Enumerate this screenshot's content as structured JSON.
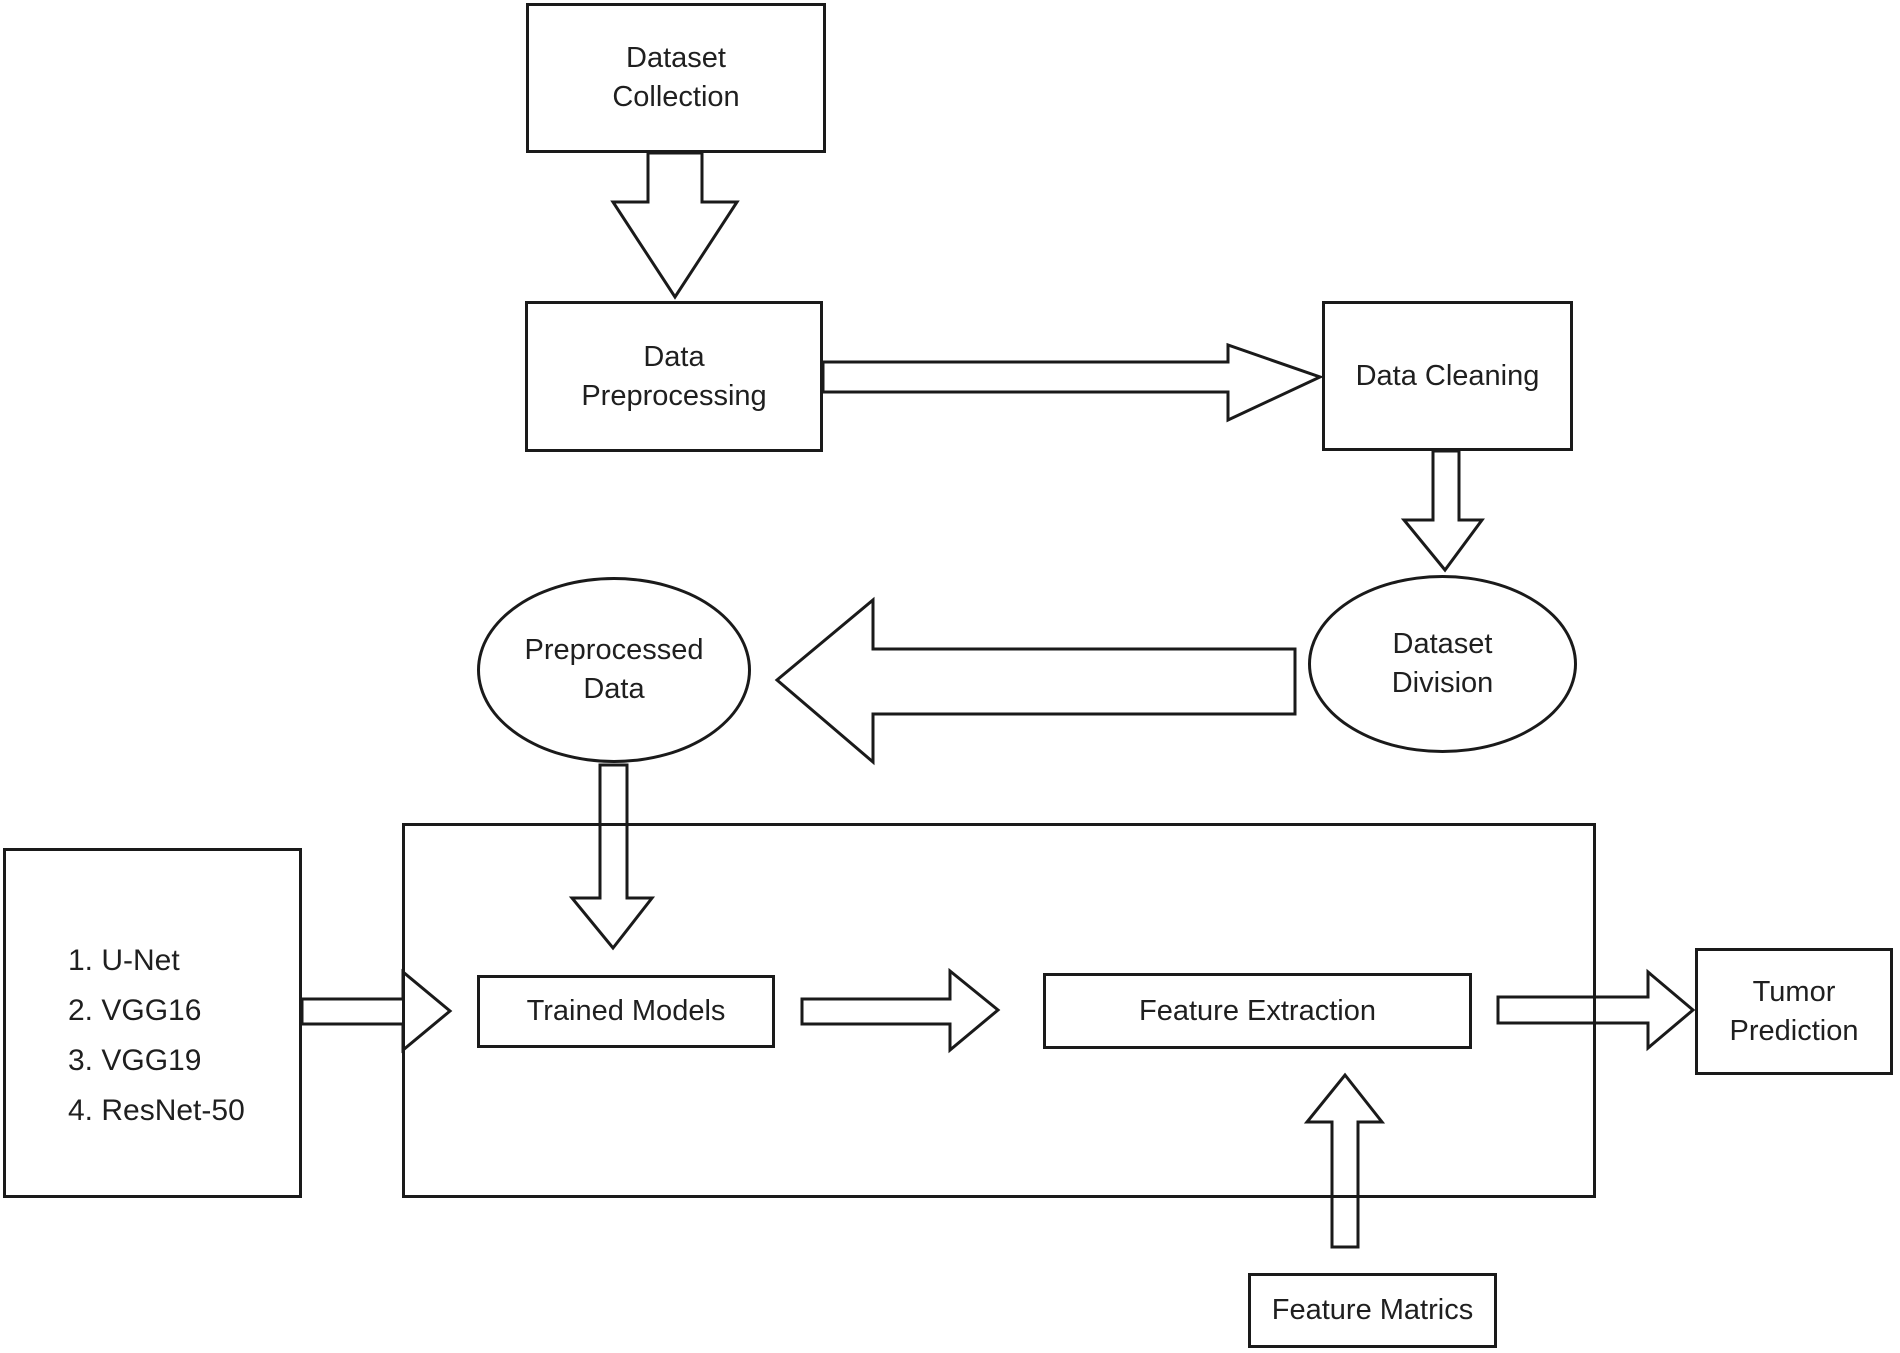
{
  "colors": {
    "stroke": "#1a1a1a",
    "text": "#1f1f1f",
    "background": "#ffffff"
  },
  "nodes": {
    "dataset_collection": {
      "label": "Dataset\nCollection",
      "shape": "rect"
    },
    "data_preprocessing": {
      "label": "Data\nPreprocessing",
      "shape": "rect"
    },
    "data_cleaning": {
      "label": "Data Cleaning",
      "shape": "rect"
    },
    "dataset_division": {
      "label": "Dataset\nDivision",
      "shape": "ellipse"
    },
    "preprocessed_data": {
      "label": "Preprocessed\nData",
      "shape": "ellipse"
    },
    "trained_models": {
      "label": "Trained Models",
      "shape": "rect"
    },
    "feature_extraction": {
      "label": "Feature Extraction",
      "shape": "rect"
    },
    "tumor_prediction": {
      "label": "Tumor\nPrediction",
      "shape": "rect"
    },
    "feature_matrics": {
      "label": "Feature Matrics",
      "shape": "rect"
    },
    "models_list": {
      "shape": "rect",
      "items": [
        "1. U-Net",
        "2. VGG16",
        "3. VGG19",
        "4. ResNet-50"
      ]
    }
  },
  "edges": [
    {
      "from": "dataset_collection",
      "to": "data_preprocessing",
      "direction": "down"
    },
    {
      "from": "data_preprocessing",
      "to": "data_cleaning",
      "direction": "right"
    },
    {
      "from": "data_cleaning",
      "to": "dataset_division",
      "direction": "down"
    },
    {
      "from": "dataset_division",
      "to": "preprocessed_data",
      "direction": "left"
    },
    {
      "from": "preprocessed_data",
      "to": "trained_models",
      "direction": "down"
    },
    {
      "from": "models_list",
      "to": "trained_models",
      "direction": "right"
    },
    {
      "from": "trained_models",
      "to": "feature_extraction",
      "direction": "right"
    },
    {
      "from": "feature_extraction",
      "to": "tumor_prediction",
      "direction": "right"
    },
    {
      "from": "feature_matrics",
      "to": "feature_extraction",
      "direction": "up"
    }
  ]
}
